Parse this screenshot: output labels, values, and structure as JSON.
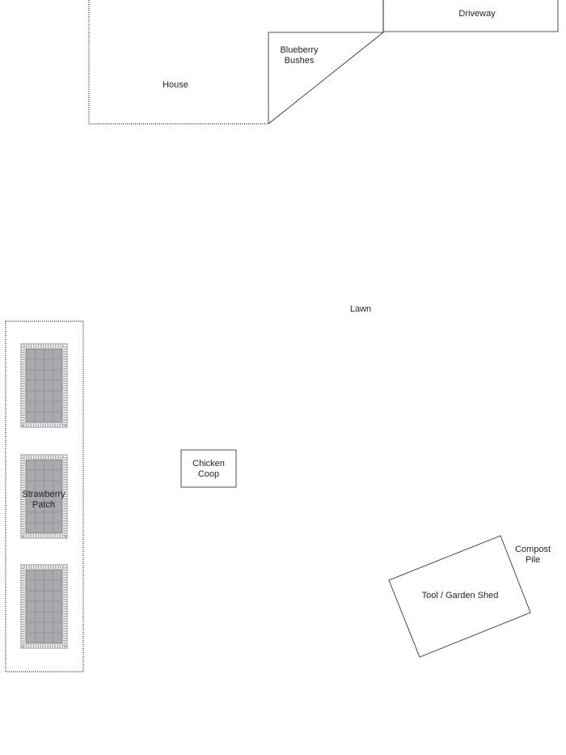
{
  "labels": {
    "driveway": "Driveway",
    "blueberry_line1": "Blueberry",
    "blueberry_line2": "Bushes",
    "house": "House",
    "lawn": "Lawn",
    "strawberry_line1": "Strawberry",
    "strawberry_line2": "Patch",
    "coop_line1": "Chicken",
    "coop_line2": "Coop",
    "compost_line1": "Compost",
    "compost_line2": "Pile",
    "shed": "Tool / Garden Shed"
  },
  "strawberry_beds": {
    "count": 3,
    "grid_columns": 4,
    "grid_rows": 7
  },
  "colors": {
    "line": "#231f20",
    "soil": "#a7a9ac",
    "bed_edge": "#6d6e71"
  }
}
